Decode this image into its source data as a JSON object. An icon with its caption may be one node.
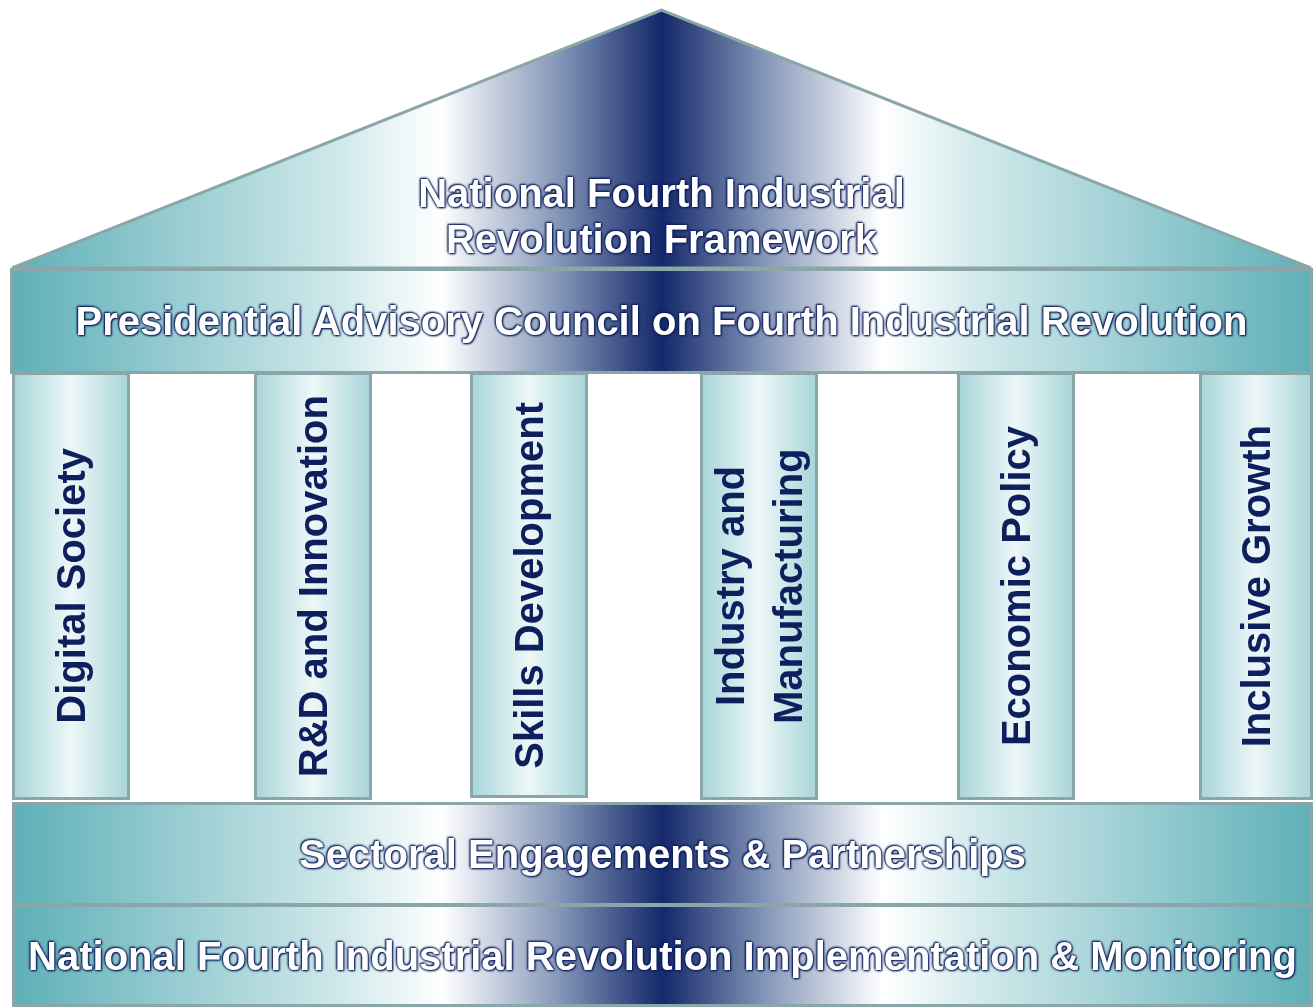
{
  "diagram": {
    "nodes": [
      {
        "text": [
          "National Fourth Industrial Revolution Framework"
        ]
      },
      {
        "text": [
          "Presidential Advisory Council on Fourth Industrial Revolution"
        ]
      },
      {
        "text": [
          "Digital Society"
        ]
      },
      {
        "text": [
          "R&D and Innovation"
        ]
      },
      {
        "text": [
          "Skills Development"
        ]
      },
      {
        "text": [
          "Industry and Manufacturing"
        ]
      },
      {
        "text": [
          "Economic Policy"
        ]
      },
      {
        "text": [
          "Inclusive Growth"
        ]
      },
      {
        "text": [
          "Sectoral Engagements & Partnerships"
        ]
      },
      {
        "text": [
          "National Fourth Industrial Revolution Implementation & Monitoring"
        ]
      }
    ],
    "edges": []
  }
}
